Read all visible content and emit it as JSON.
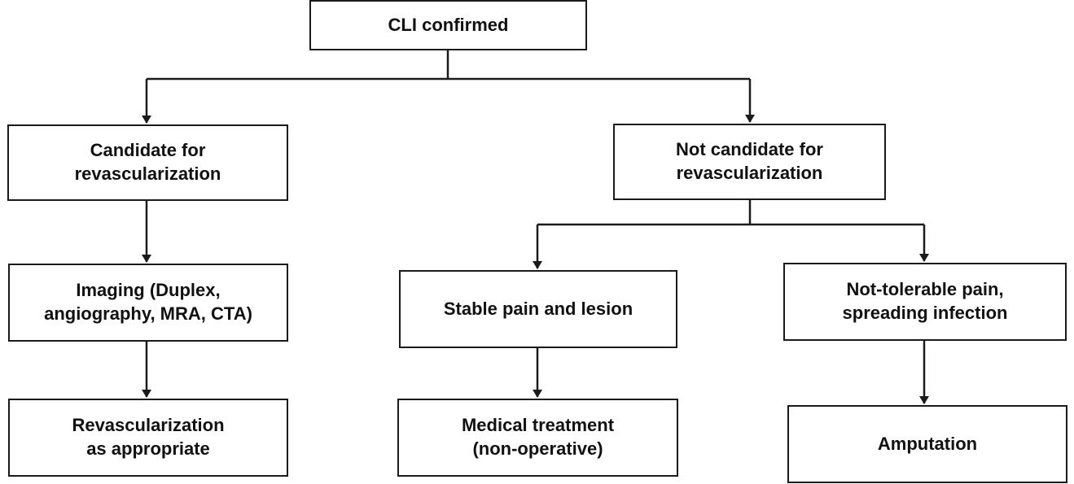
{
  "nodes": {
    "root": {
      "lines": [
        "CLI confirmed"
      ]
    },
    "cand": {
      "lines": [
        "Candidate for",
        "revascularization"
      ]
    },
    "notc": {
      "lines": [
        "Not candidate for",
        "revascularization"
      ]
    },
    "img": {
      "lines": [
        "Imaging (Duplex,",
        "angiography, MRA, CTA)"
      ]
    },
    "stable": {
      "lines": [
        "Stable pain and lesion"
      ]
    },
    "pain": {
      "lines": [
        "Not-tolerable pain,",
        "spreading infection"
      ]
    },
    "revasc": {
      "lines": [
        "Revascularization",
        "as appropriate"
      ]
    },
    "med": {
      "lines": [
        "Medical treatment",
        "(non-operative)"
      ]
    },
    "amp": {
      "lines": [
        "Amputation"
      ]
    }
  },
  "colors": {
    "line": "#1a1a1a",
    "text": "#111111",
    "box_border": "#1a1a1a",
    "background": "#ffffff"
  }
}
